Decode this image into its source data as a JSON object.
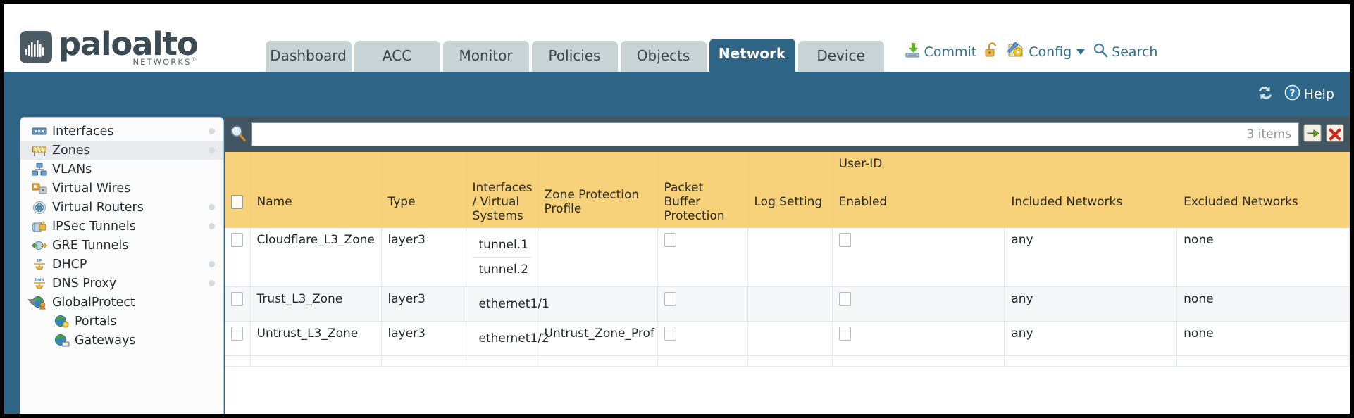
{
  "brand": {
    "name": "paloalto",
    "subtitle": "NETWORKS",
    "registered": "®"
  },
  "nav_tabs": [
    {
      "label": "Dashboard",
      "active": false
    },
    {
      "label": "ACC",
      "active": false
    },
    {
      "label": "Monitor",
      "active": false
    },
    {
      "label": "Policies",
      "active": false
    },
    {
      "label": "Objects",
      "active": false
    },
    {
      "label": "Network",
      "active": true
    },
    {
      "label": "Device",
      "active": false
    }
  ],
  "header_actions": {
    "commit": "Commit",
    "config": "Config",
    "search": "Search"
  },
  "bluebar": {
    "help": "Help"
  },
  "sidebar": {
    "items": [
      {
        "label": "Interfaces",
        "icon": "interfaces-icon",
        "selected": false,
        "child": false,
        "expander": false,
        "dot": true
      },
      {
        "label": "Zones",
        "icon": "zones-icon",
        "selected": true,
        "child": false,
        "expander": false,
        "dot": true
      },
      {
        "label": "VLANs",
        "icon": "vlans-icon",
        "selected": false,
        "child": false,
        "expander": false,
        "dot": false
      },
      {
        "label": "Virtual Wires",
        "icon": "virtual-wires-icon",
        "selected": false,
        "child": false,
        "expander": false,
        "dot": false
      },
      {
        "label": "Virtual Routers",
        "icon": "virtual-routers-icon",
        "selected": false,
        "child": false,
        "expander": false,
        "dot": true
      },
      {
        "label": "IPSec Tunnels",
        "icon": "ipsec-tunnels-icon",
        "selected": false,
        "child": false,
        "expander": false,
        "dot": true
      },
      {
        "label": "GRE Tunnels",
        "icon": "gre-tunnels-icon",
        "selected": false,
        "child": false,
        "expander": false,
        "dot": false
      },
      {
        "label": "DHCP",
        "icon": "dhcp-icon",
        "selected": false,
        "child": false,
        "expander": false,
        "dot": true
      },
      {
        "label": "DNS Proxy",
        "icon": "dns-proxy-icon",
        "selected": false,
        "child": false,
        "expander": false,
        "dot": true
      },
      {
        "label": "GlobalProtect",
        "icon": "globalprotect-icon",
        "selected": false,
        "child": false,
        "expander": true,
        "dot": false
      },
      {
        "label": "Portals",
        "icon": "portals-icon",
        "selected": false,
        "child": true,
        "expander": false,
        "dot": false
      },
      {
        "label": "Gateways",
        "icon": "gateways-icon",
        "selected": false,
        "child": true,
        "expander": false,
        "dot": false
      }
    ]
  },
  "search": {
    "value": "",
    "placeholder": "",
    "items_count": "3 items"
  },
  "table": {
    "group_header": "User-ID",
    "columns": {
      "name": "Name",
      "type": "Type",
      "interfaces": "Interfaces / Virtual Systems",
      "zone_protection": "Zone Protection Profile",
      "packet_buffer": "Packet Buffer Protection",
      "log_setting": "Log Setting",
      "enabled": "Enabled",
      "included_networks": "Included Networks",
      "excluded_networks": "Excluded Networks"
    },
    "rows": [
      {
        "name": "Cloudflare_L3_Zone",
        "type": "layer3",
        "interfaces": [
          "tunnel.1",
          "tunnel.2"
        ],
        "zone_protection": "",
        "packet_buffer_checked": false,
        "log_setting": "",
        "userid_enabled": false,
        "included_networks": "any",
        "excluded_networks": "none"
      },
      {
        "name": "Trust_L3_Zone",
        "type": "layer3",
        "interfaces": [
          "ethernet1/1"
        ],
        "zone_protection": "",
        "packet_buffer_checked": false,
        "log_setting": "",
        "userid_enabled": false,
        "included_networks": "any",
        "excluded_networks": "none"
      },
      {
        "name": "Untrust_L3_Zone",
        "type": "layer3",
        "interfaces": [
          "ethernet1/2"
        ],
        "zone_protection": "Untrust_Zone_Prof",
        "packet_buffer_checked": false,
        "log_setting": "",
        "userid_enabled": false,
        "included_networks": "any",
        "excluded_networks": "none"
      }
    ]
  },
  "colors": {
    "brand_blue": "#2e6586",
    "dark_slate": "#445562",
    "tab_inactive": "#c8d3d6",
    "table_header_gold": "#f7d27a",
    "group_header_gold": "#e8bc55",
    "link_blue": "#3b89b5"
  }
}
